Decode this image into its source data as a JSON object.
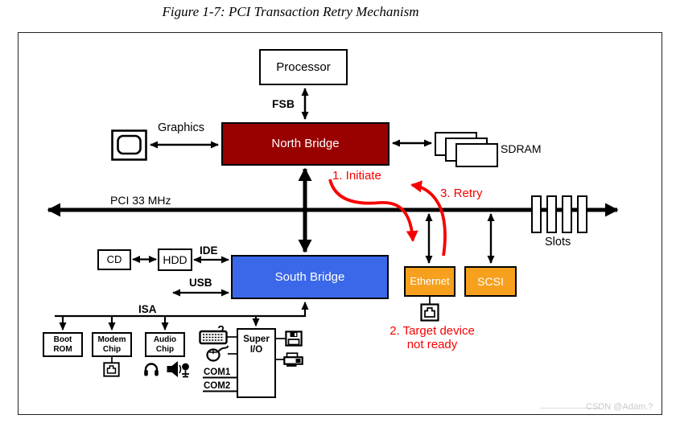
{
  "figure": {
    "title": "Figure 1-7: PCI Transaction Retry Mechanism"
  },
  "nodes": {
    "processor": "Processor",
    "north_bridge": "North Bridge",
    "south_bridge": "South Bridge",
    "ethernet": "Ethernet",
    "scsi": "SCSI",
    "cd": "CD",
    "hdd": "HDD",
    "boot_rom": "Boot\nROM",
    "modem_chip": "Modem\nChip",
    "audio_chip": "Audio\nChip",
    "super_io": "Super\nI/O",
    "sdram": "SDRAM",
    "slots": "Slots"
  },
  "bus_labels": {
    "fsb": "FSB",
    "graphics": "Graphics",
    "pci": "PCI 33 MHz",
    "ide": "IDE",
    "usb": "USB",
    "isa": "ISA",
    "com1": "COM1",
    "com2": "COM2"
  },
  "annotations": {
    "step1": "1. Initiate",
    "step2": "2. Target device\nnot ready",
    "step3": "3. Retry"
  },
  "colors": {
    "north_bridge": "#990000",
    "south_bridge": "#3B68E8",
    "device": "#F6A01E",
    "annotation_red": "#F80000",
    "watermark": "#C9C9C9"
  },
  "watermark": "CSDN @Adam.?"
}
